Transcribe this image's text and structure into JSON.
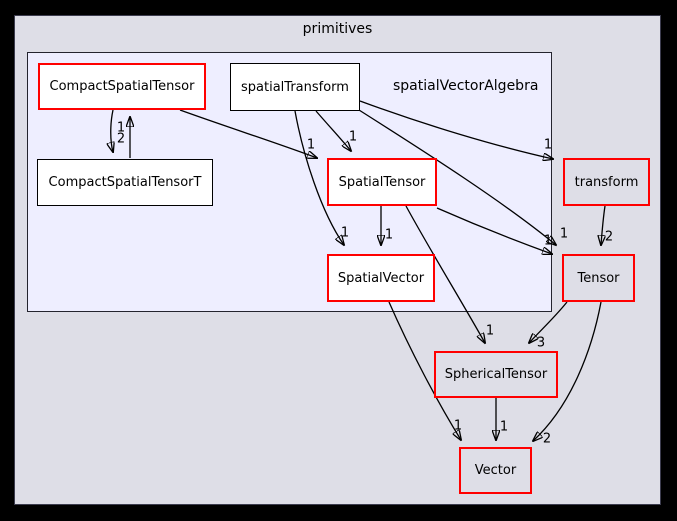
{
  "window": {
    "background": "#000000"
  },
  "graph": {
    "title": "primitives",
    "cluster_label": "spatialVectorAlgebra",
    "colors": {
      "outer_fill": "#dedee7",
      "cluster_fill": "#eeeeff",
      "node_fill": "#ffffff",
      "highlight_border": "#ff0000",
      "normal_border": "#000000",
      "edge": "#000000"
    },
    "nodes": [
      {
        "label": "CompactSpatialTensor",
        "highlighted": true,
        "inside_cluster": true
      },
      {
        "label": "spatialTransform",
        "highlighted": false,
        "inside_cluster": true
      },
      {
        "label": "CompactSpatialTensorT",
        "highlighted": false,
        "inside_cluster": true
      },
      {
        "label": "SpatialTensor",
        "highlighted": true,
        "inside_cluster": true
      },
      {
        "label": "SpatialVector",
        "highlighted": true,
        "inside_cluster": true
      },
      {
        "label": "transform",
        "highlighted": true,
        "inside_cluster": false
      },
      {
        "label": "Tensor",
        "highlighted": true,
        "inside_cluster": false
      },
      {
        "label": "SphericalTensor",
        "highlighted": true,
        "inside_cluster": false
      },
      {
        "label": "Vector",
        "highlighted": true,
        "inside_cluster": false
      }
    ],
    "edges": [
      {
        "from": "CompactSpatialTensor",
        "to": "CompactSpatialTensorT",
        "count": "1"
      },
      {
        "from": "CompactSpatialTensorT",
        "to": "CompactSpatialTensor",
        "count": "2"
      },
      {
        "from": "CompactSpatialTensor",
        "to": "SpatialTensor",
        "count": "1"
      },
      {
        "from": "spatialTransform",
        "to": "SpatialTensor",
        "count": "1"
      },
      {
        "from": "spatialTransform",
        "to": "SpatialVector",
        "count": "1"
      },
      {
        "from": "spatialTransform",
        "to": "transform",
        "count": "1"
      },
      {
        "from": "spatialTransform",
        "to": "Tensor",
        "count": "1"
      },
      {
        "from": "SpatialTensor",
        "to": "SpatialVector",
        "count": "1"
      },
      {
        "from": "SpatialTensor",
        "to": "Tensor",
        "count": "1"
      },
      {
        "from": "SpatialTensor",
        "to": "SphericalTensor",
        "count": "1"
      },
      {
        "from": "transform",
        "to": "Tensor",
        "count": "2"
      },
      {
        "from": "Tensor",
        "to": "SphericalTensor",
        "count": "3"
      },
      {
        "from": "SpatialVector",
        "to": "Vector",
        "count": "1"
      },
      {
        "from": "SphericalTensor",
        "to": "Vector",
        "count": "1"
      },
      {
        "from": "Tensor",
        "to": "Vector",
        "count": "2"
      }
    ]
  }
}
